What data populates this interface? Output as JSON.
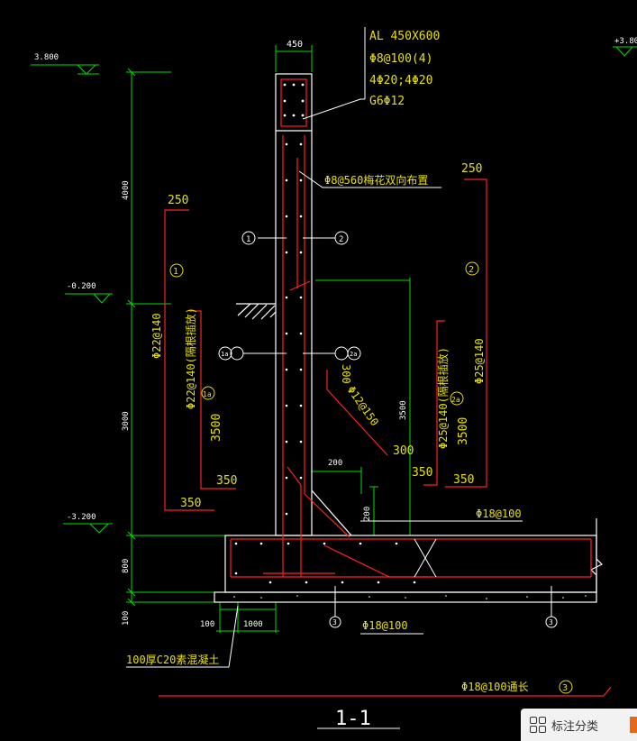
{
  "beam": {
    "size": "AL 450X600",
    "stirrup": "Φ8@100(4)",
    "main": "4Φ20;4Φ20",
    "side": "G6Φ12"
  },
  "top_dim": "450",
  "elevations": {
    "top_left": "3.800",
    "top_right": "+3.80",
    "ground": "-0.200",
    "base": "-3.200"
  },
  "vertical_dims": {
    "upper": "4000",
    "lower": "3000",
    "footing": "800",
    "blinding": "100"
  },
  "tie_bar": "Φ8@560梅花双向布置",
  "left_bar": {
    "hook": "250",
    "mark": "1",
    "spec": "Φ22@140",
    "spec_a": "Φ22@140(隔根插放)",
    "mark_a": "1a",
    "len": "3500",
    "end": "350",
    "end2": "350"
  },
  "right_bar": {
    "hook": "250",
    "mark": "2",
    "spec": "Φ25@140",
    "spec_a": "Φ25@140(隔根插放)",
    "mark_a": "2a",
    "len": "3500",
    "end": "350",
    "end2": "350"
  },
  "haunch": {
    "spec": "Φ12@150",
    "len1": "300",
    "len2": "300",
    "len3": "3500",
    "w": "200",
    "h": "200"
  },
  "callouts": {
    "c1": "1",
    "c2": "2",
    "c1a": "1a",
    "c2a": "2a"
  },
  "footing": {
    "top_bar": "Φ18@100",
    "bottom_bar": "Φ18@100",
    "mark": "3",
    "dim_left": "100",
    "dim_right": "1000"
  },
  "blinding_note": "100厚C20素混凝土",
  "long_bar": {
    "spec": "Φ18@100通长",
    "mark": "3"
  },
  "section_title": "1-1",
  "toolbar": {
    "label": "标注分类"
  },
  "colors": {
    "concrete": "#ffffff",
    "rebar": "#ff2020",
    "dim": "#00dd00",
    "text": "#e8e000"
  }
}
